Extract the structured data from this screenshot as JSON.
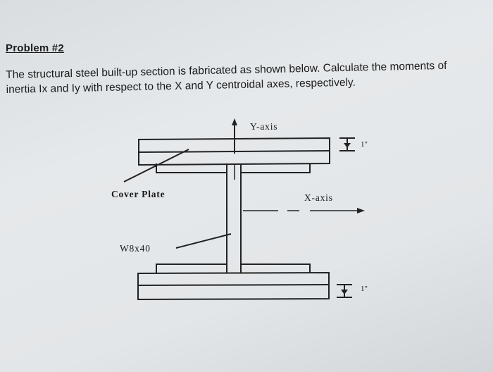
{
  "problem": {
    "title": "Problem #2",
    "line1": "The structural steel built-up section is fabricated as shown below.  Calculate the moments of",
    "line2": "inertia Ix and Iy with respect to the X and Y centroidal axes, respectively."
  },
  "figure": {
    "y_axis_label": "Y-axis",
    "x_axis_label": "X-axis",
    "cover_plate_label": "Cover Plate",
    "beam_label": "W8x40",
    "top_thickness_label": "1\"",
    "bottom_thickness_label": "1\""
  }
}
